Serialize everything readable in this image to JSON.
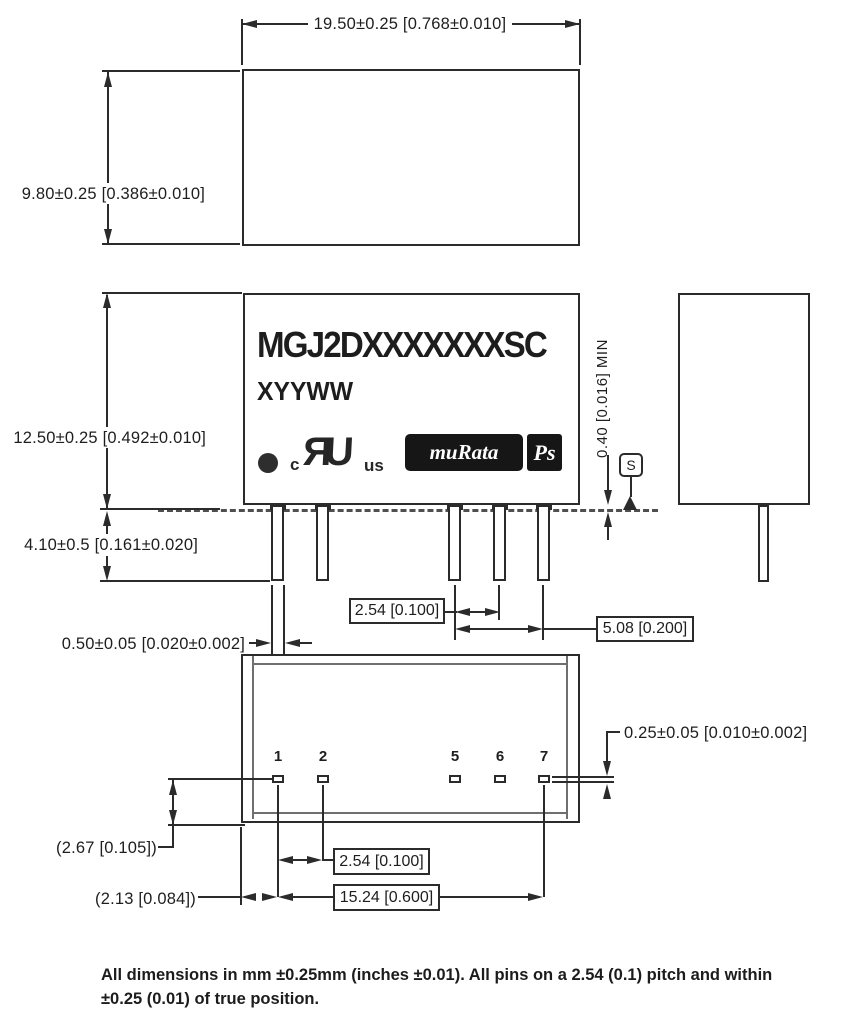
{
  "top_view": {
    "width_dim": "19.50±0.25 [0.768±0.010]",
    "depth_dim": "9.80±0.25 [0.386±0.010]"
  },
  "front_view": {
    "part_number": "MGJ2DXXXXXXXSC",
    "date_code": "XYYWW",
    "height_dim": "12.50±0.25 [0.492±0.010]",
    "pin_length_dim": "4.10±0.5 [0.161±0.020]",
    "pin_width_dim": "0.50±0.05 [0.020±0.002]",
    "pin_pitch_dim": "2.54 [0.100]",
    "pin_span_dim": "5.08 [0.200]",
    "standoff_min_dim": "0.40 [0.016] MIN",
    "datum_label": "S",
    "ul_mark": {
      "prefix": "c",
      "monogram": "ЯU",
      "suffix": "us"
    },
    "murata_logo": "muRata",
    "ps_logo": "Ps"
  },
  "bottom_view": {
    "pin_numbers": [
      "1",
      "2",
      "5",
      "6",
      "7"
    ],
    "pin_thickness_dim": "0.25±0.05 [0.010±0.002]",
    "pin_row_offset_dim": "(2.67 [0.105])",
    "pin_pitch_dim": "2.54 [0.100]",
    "pin1_edge_offset_dim": "(2.13 [0.084])",
    "pin_span_dim": "15.24 [0.600]"
  },
  "notes": {
    "line1": "All dimensions in mm ±0.25mm (inches ±0.01). All pins on a 2.54 (0.1) pitch and within",
    "line2": "±0.25 (0.01) of true position."
  },
  "colors": {
    "line": "#2b2b2b",
    "text": "#1e1e1e",
    "logo_bg": "#161616",
    "background": "#ffffff"
  }
}
